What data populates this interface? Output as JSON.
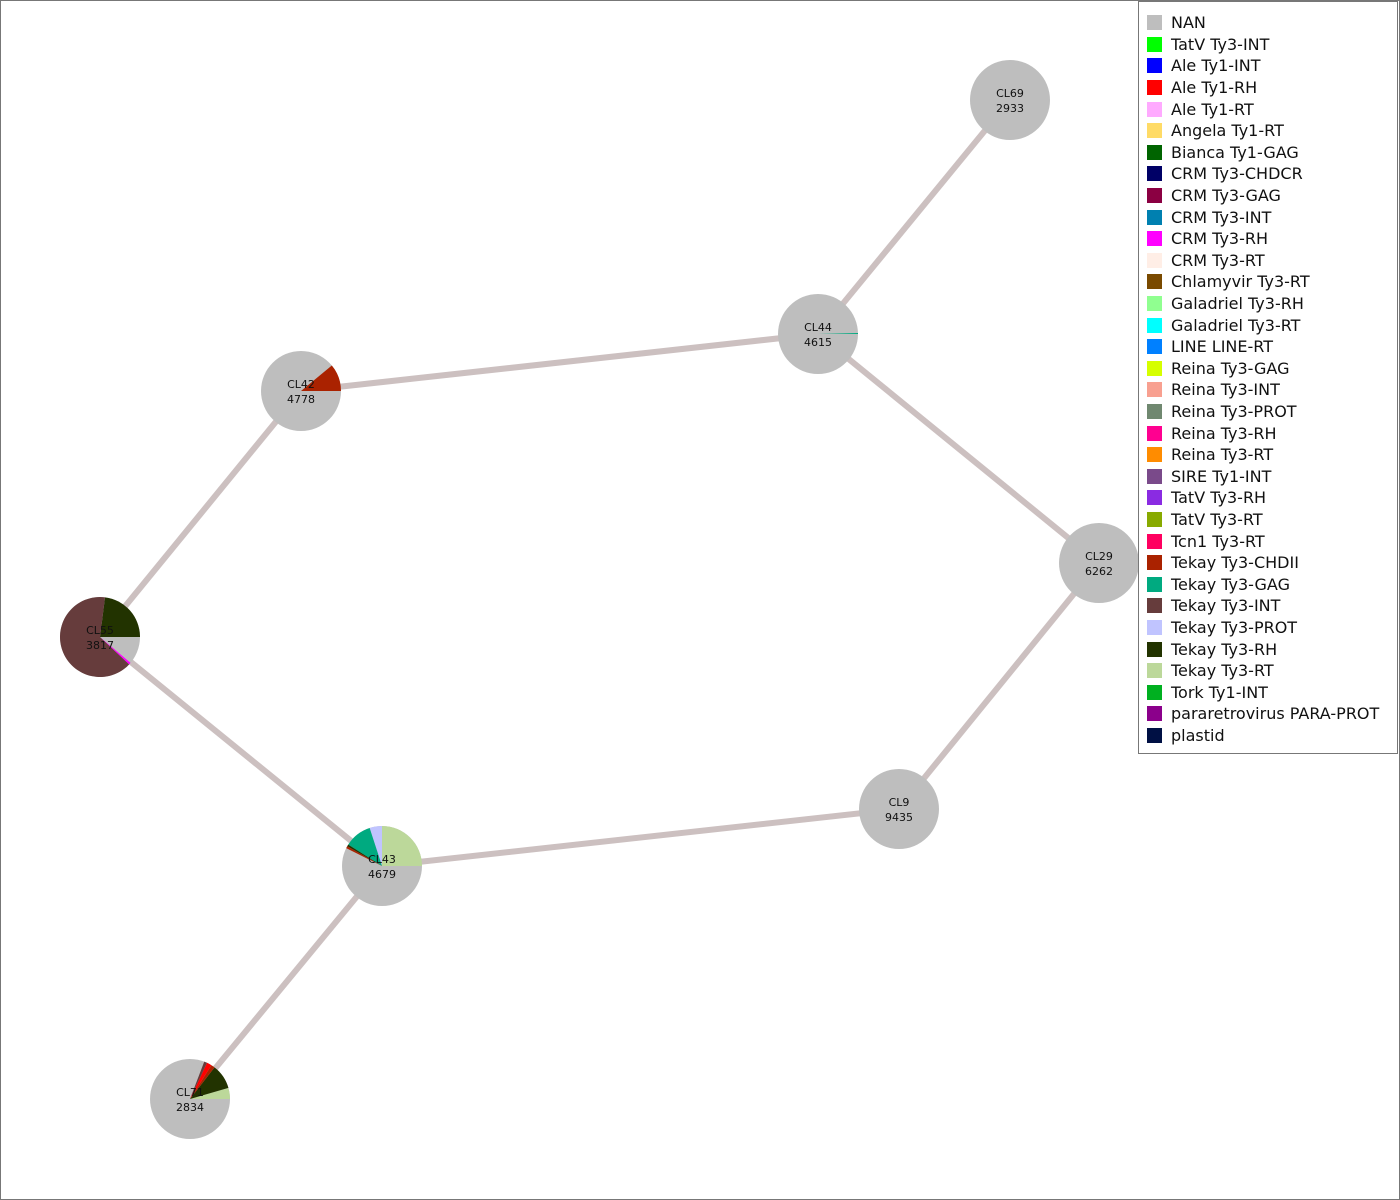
{
  "graph": {
    "edge_color": "#ccc0c0",
    "default_color": "#bebebe",
    "nodes": [
      {
        "id": "CL69",
        "count": "2933",
        "slices": []
      },
      {
        "id": "CL44",
        "count": "4615",
        "slices": [
          {
            "category": "Tekay Ty3-GAG",
            "fraction": 0.004
          }
        ]
      },
      {
        "id": "CL42",
        "count": "4778",
        "slices": [
          {
            "category": "Tekay Ty3-CHDII",
            "fraction": 0.11
          }
        ]
      },
      {
        "id": "CL29",
        "count": "6262",
        "slices": []
      },
      {
        "id": "CL55",
        "count": "3817",
        "slices": [
          {
            "category": "Tekay Ty3-RH",
            "fraction": 0.23
          },
          {
            "category": "Tekay Ty3-INT",
            "fraction": 0.65
          },
          {
            "category": "CRM Ty3-RH",
            "fraction": 0.008
          }
        ]
      },
      {
        "id": "CL9",
        "count": "9435",
        "slices": []
      },
      {
        "id": "CL43",
        "count": "4679",
        "slices": [
          {
            "category": "Tekay Ty3-RT",
            "fraction": 0.25
          },
          {
            "category": "Tekay Ty3-PROT",
            "fraction": 0.05
          },
          {
            "category": "Tekay Ty3-GAG",
            "fraction": 0.11
          },
          {
            "category": "Tekay Ty3-RH",
            "fraction": 0.008
          },
          {
            "category": "Tekay Ty3-CHDII",
            "fraction": 0.008
          }
        ]
      },
      {
        "id": "CL71",
        "count": "2834",
        "slices": [
          {
            "category": "Tekay Ty3-RT",
            "fraction": 0.045
          },
          {
            "category": "Tekay Ty3-RH",
            "fraction": 0.1
          },
          {
            "category": "Tekay Ty3-CHDII",
            "fraction": 0.015
          },
          {
            "category": "Ale Ty1-RH",
            "fraction": 0.02
          },
          {
            "category": "Tekay Ty3-INT",
            "fraction": 0.012
          }
        ]
      }
    ],
    "edges": [
      [
        "CL69",
        "CL44"
      ],
      [
        "CL44",
        "CL42"
      ],
      [
        "CL44",
        "CL29"
      ],
      [
        "CL42",
        "CL55"
      ],
      [
        "CL29",
        "CL9"
      ],
      [
        "CL55",
        "CL43"
      ],
      [
        "CL9",
        "CL43"
      ],
      [
        "CL43",
        "CL71"
      ]
    ]
  },
  "legend": [
    {
      "label": "NAN",
      "color": "#bebebe"
    },
    {
      "label": "TatV Ty3-INT",
      "color": "#00ff00"
    },
    {
      "label": "Ale Ty1-INT",
      "color": "#0000ff"
    },
    {
      "label": "Ale Ty1-RH",
      "color": "#ff0000"
    },
    {
      "label": "Ale Ty1-RT",
      "color": "#ffaaff"
    },
    {
      "label": "Angela Ty1-RT",
      "color": "#ffdb66"
    },
    {
      "label": "Bianca Ty1-GAG",
      "color": "#006400"
    },
    {
      "label": "CRM Ty3-CHDCR",
      "color": "#000066"
    },
    {
      "label": "CRM Ty3-GAG",
      "color": "#8b0042"
    },
    {
      "label": "CRM Ty3-INT",
      "color": "#0080b0"
    },
    {
      "label": "CRM Ty3-RH",
      "color": "#ff00ff"
    },
    {
      "label": "CRM Ty3-RT",
      "color": "#ffeee6"
    },
    {
      "label": "Chlamyvir Ty3-RT",
      "color": "#7a4a00"
    },
    {
      "label": "Galadriel Ty3-RH",
      "color": "#90ff90"
    },
    {
      "label": "Galadriel Ty3-RT",
      "color": "#00ffff"
    },
    {
      "label": "LINE LINE-RT",
      "color": "#0080ff"
    },
    {
      "label": "Reina Ty3-GAG",
      "color": "#d6ff00"
    },
    {
      "label": "Reina Ty3-INT",
      "color": "#f8a090"
    },
    {
      "label": "Reina Ty3-PROT",
      "color": "#708870"
    },
    {
      "label": "Reina Ty3-RH",
      "color": "#ff0090"
    },
    {
      "label": "Reina Ty3-RT",
      "color": "#ff8c00"
    },
    {
      "label": "SIRE Ty1-INT",
      "color": "#7a4a8a"
    },
    {
      "label": "TatV Ty3-RH",
      "color": "#8a2be2"
    },
    {
      "label": "TatV Ty3-RT",
      "color": "#88aa00"
    },
    {
      "label": "Tcn1 Ty3-RT",
      "color": "#ff0060"
    },
    {
      "label": "Tekay Ty3-CHDII",
      "color": "#aa2200"
    },
    {
      "label": "Tekay Ty3-GAG",
      "color": "#00aa80"
    },
    {
      "label": "Tekay Ty3-INT",
      "color": "#663c3c"
    },
    {
      "label": "Tekay Ty3-PROT",
      "color": "#c0c4ff"
    },
    {
      "label": "Tekay Ty3-RH",
      "color": "#223300"
    },
    {
      "label": "Tekay Ty3-RT",
      "color": "#bcd89a"
    },
    {
      "label": "Tork Ty1-INT",
      "color": "#00b020"
    },
    {
      "label": "pararetrovirus PARA-PROT",
      "color": "#8b008b"
    },
    {
      "label": "plastid",
      "color": "#001044"
    }
  ]
}
